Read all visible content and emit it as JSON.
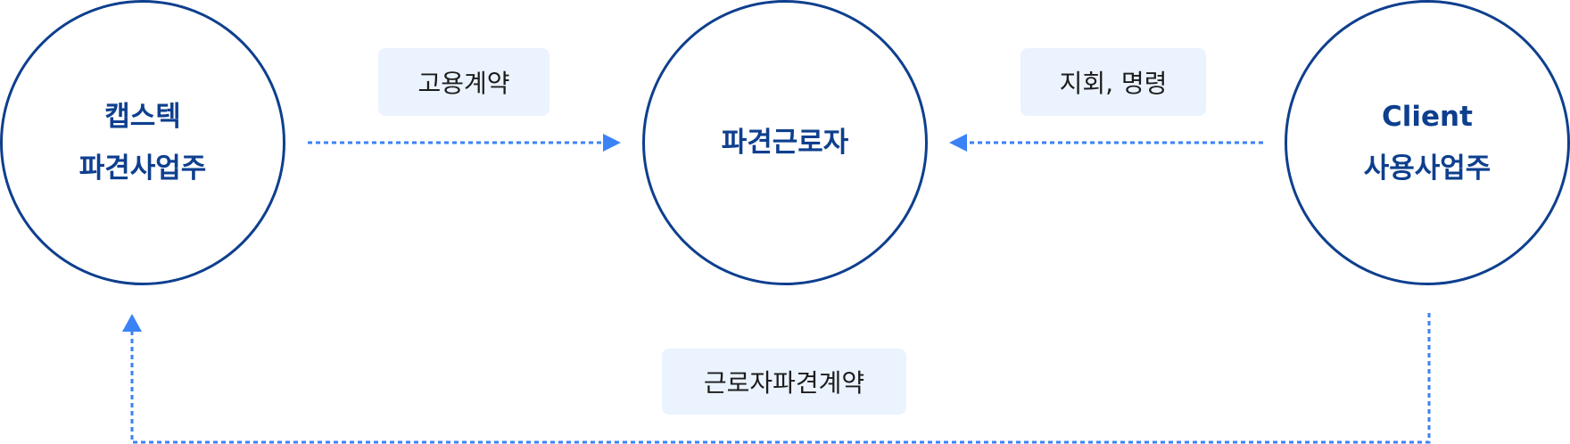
{
  "nodes": {
    "dispatcher": {
      "line1": "캡스텍",
      "line2": "파견사업주"
    },
    "worker": {
      "line1": "파견근로자"
    },
    "client": {
      "line1": "Client",
      "line2": "사용사업주"
    }
  },
  "relations": {
    "employment": "고용계약",
    "direction": "지회, 명령",
    "dispatch_contract": "근로자파견계약"
  },
  "colors": {
    "node_border": "#0e3f8e",
    "node_text": "#0e3f8e",
    "arrow": "#3b82f6",
    "label_bg": "#ebf3fe",
    "label_text": "#1c1c1c"
  }
}
